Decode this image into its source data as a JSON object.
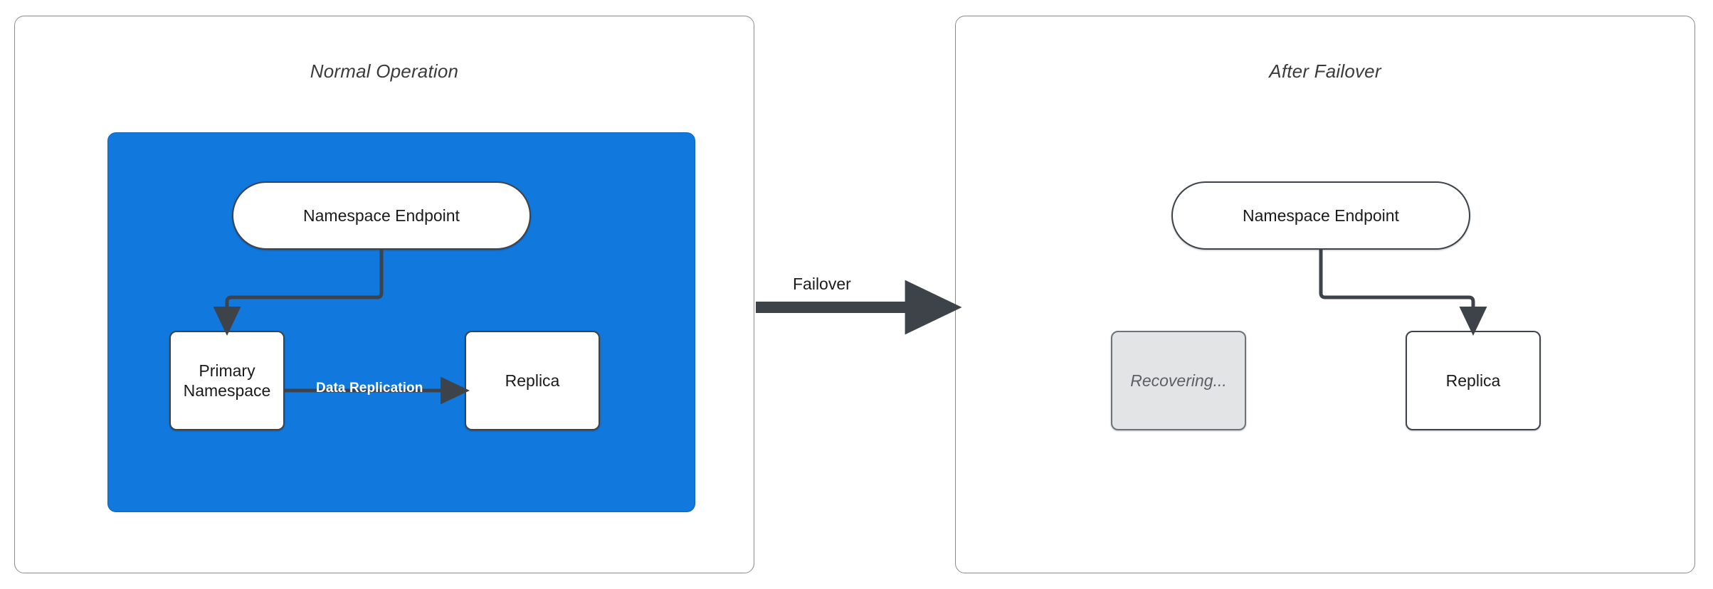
{
  "diagram": {
    "title_bind_note": "two side-by-side scenario panels",
    "panels": [
      {
        "id": "normal",
        "title": "Normal Operation",
        "nodes": [
          {
            "id": "endpoint",
            "label": "Namespace Endpoint",
            "shape": "pill",
            "state": "active"
          },
          {
            "id": "primary",
            "label": "Primary\nNamespace",
            "shape": "rectangle",
            "state": "active"
          },
          {
            "id": "replica",
            "label": "Replica",
            "shape": "rectangle",
            "state": "active"
          }
        ],
        "edges": [
          {
            "from": "endpoint",
            "to": "primary",
            "label": ""
          },
          {
            "from": "primary",
            "to": "replica",
            "label": "Data Replication"
          }
        ]
      },
      {
        "id": "failover",
        "title": "After Failover",
        "nodes": [
          {
            "id": "endpoint",
            "label": "Namespace Endpoint",
            "shape": "pill",
            "state": "active"
          },
          {
            "id": "recovering",
            "label": "Recovering...",
            "shape": "rectangle",
            "state": "disabled"
          },
          {
            "id": "replica",
            "label": "Replica",
            "shape": "rectangle",
            "state": "active"
          }
        ],
        "edges": [
          {
            "from": "endpoint",
            "to": "replica",
            "label": ""
          }
        ]
      }
    ],
    "transition": {
      "label": "Failover",
      "direction": "left-to-right"
    },
    "node_labels": {
      "endpoint": "Namespace Endpoint",
      "primary_line1": "Primary",
      "primary_line2": "Namespace",
      "replica": "Replica",
      "recovering": "Recovering..."
    },
    "colors": {
      "region_fill": "#1179DE",
      "region_stroke": "#0E63B5",
      "node_fill": "#FFFFFF",
      "node_stroke": "#3D4349",
      "ghost_fill": "#E2E4E6",
      "ghost_stroke": "#6D7378",
      "ghost_text": "#5B6066",
      "edge_stroke": "#3D4349",
      "panel_stroke": "#8A8A8A",
      "title_text": "#3B3B3B",
      "edge_label_text": "#FFFFFF",
      "page_background": "#FFFFFF"
    }
  }
}
